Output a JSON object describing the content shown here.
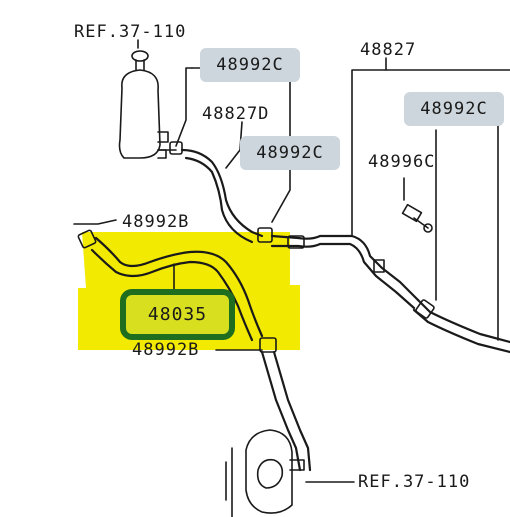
{
  "labels": {
    "ref_top": "REF.37-110",
    "tag_c1": "48992C",
    "label_48827": "48827",
    "tag_c2": "48992C",
    "label_48827d": "48827D",
    "tag_c3": "48992C",
    "label_48996c": "48996C",
    "label_48992b_top": "48992B",
    "highlighted_part": "48035",
    "label_48992b_bottom": "48992B",
    "ref_bottom": "REF.37-110"
  },
  "colors": {
    "highlight_yellow": "#f2ea00",
    "highlight_border": "#1f6e1f",
    "highlight_fill": "#d7df1e",
    "tag_fill": "#cdd6dc",
    "line": "#1a1a1a"
  }
}
